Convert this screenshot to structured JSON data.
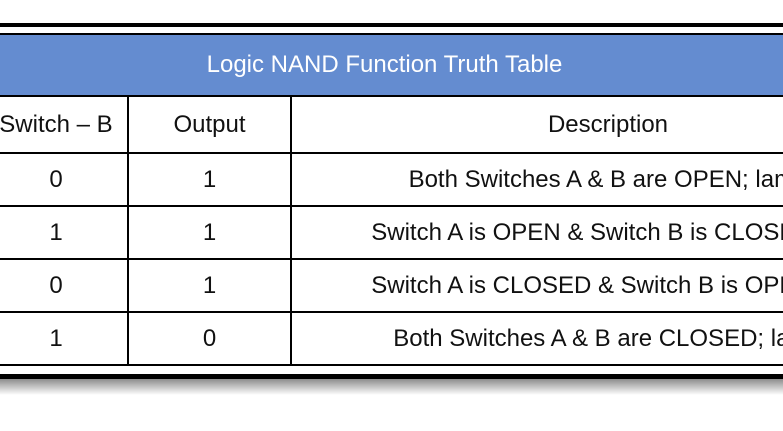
{
  "colors": {
    "title_bar_bg": "#648CD0",
    "title_text": "#FFFFFF",
    "border": "#000000",
    "cell_text": "#111111",
    "page_bg": "#FFFFFF"
  },
  "table": {
    "title": "Logic NAND Function Truth Table",
    "columns": {
      "switch_b": "Switch – B",
      "output": "Output",
      "description": "Description"
    },
    "rows": [
      {
        "switch_b": "0",
        "output": "1",
        "description": "Both Switches A & B are OPEN; lamp"
      },
      {
        "switch_b": "1",
        "output": "1",
        "description": "Switch A is OPEN & Switch B is CLOSED; la"
      },
      {
        "switch_b": "0",
        "output": "1",
        "description": "Switch A is CLOSED & Switch B is OPEN; la"
      },
      {
        "switch_b": "1",
        "output": "0",
        "description": "Both Switches A & B are CLOSED; lamp"
      }
    ]
  },
  "chart_data": {
    "type": "table",
    "title": "Logic NAND Function Truth Table",
    "columns": [
      "Switch – B",
      "Output",
      "Description"
    ],
    "rows": [
      [
        "0",
        "1",
        "Both Switches A & B are OPEN; lamp"
      ],
      [
        "1",
        "1",
        "Switch A is OPEN & Switch B is CLOSED; la"
      ],
      [
        "0",
        "1",
        "Switch A is CLOSED & Switch B is OPEN; la"
      ],
      [
        "1",
        "0",
        "Both Switches A & B are CLOSED; lamp"
      ]
    ]
  }
}
